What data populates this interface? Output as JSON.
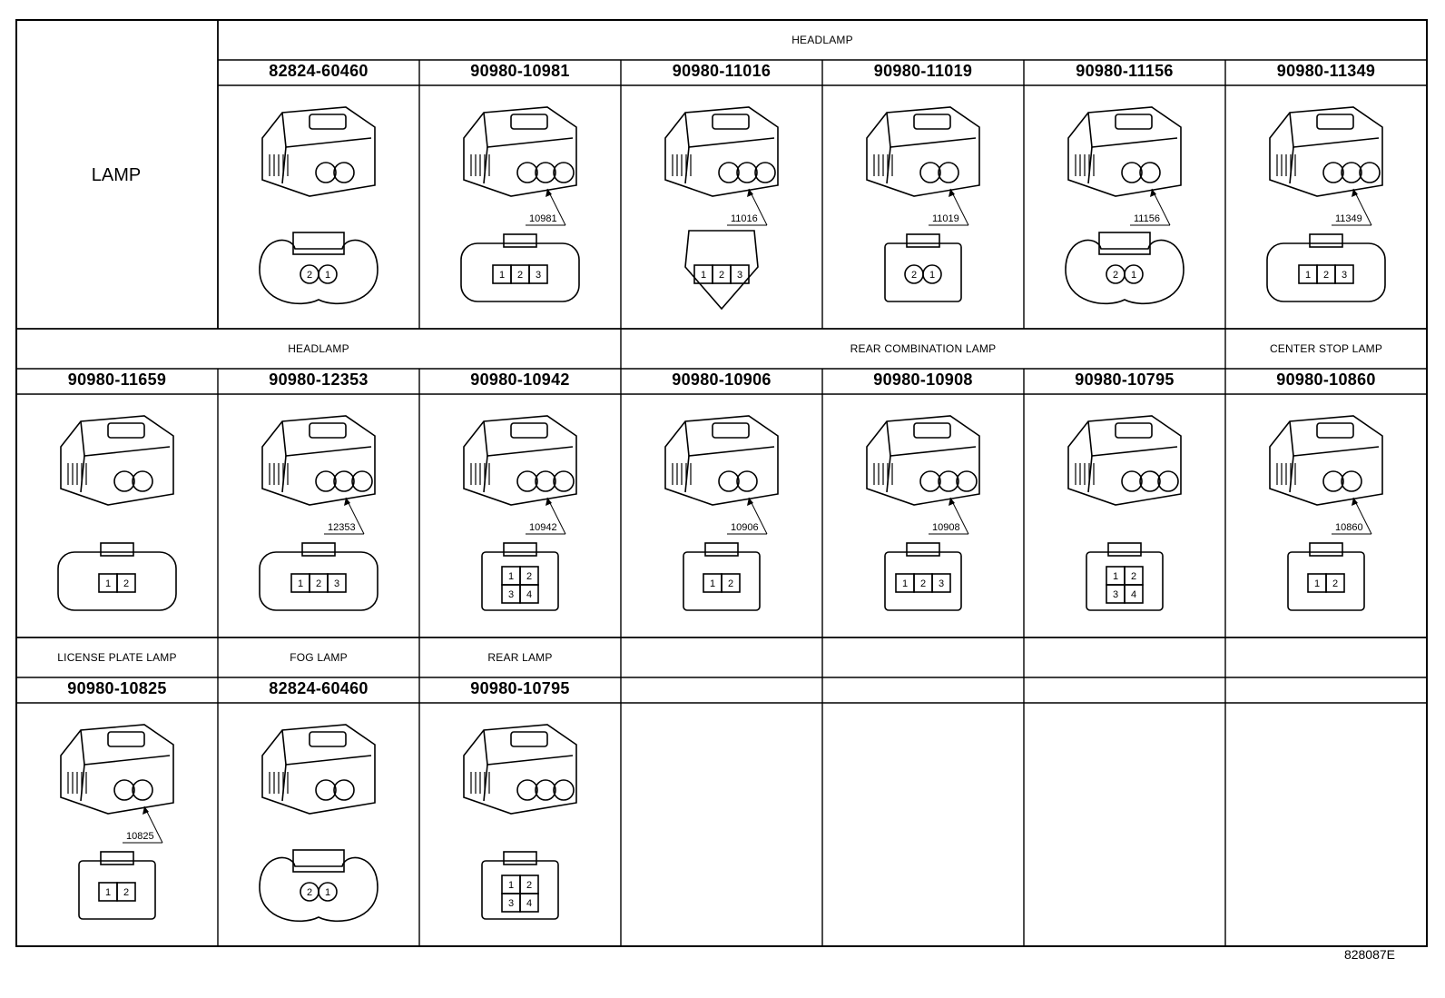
{
  "title": "LAMP",
  "figure_id": "828087E",
  "rows": [
    {
      "groups": [
        {
          "label": "HEADLAMP",
          "span": 6
        }
      ],
      "parts": [
        {
          "number": "82824-60460",
          "callout": "",
          "pins": [
            "2",
            "1"
          ],
          "shape": "round2"
        },
        {
          "number": "90980-10981",
          "callout": "10981",
          "pins": [
            "1",
            "2",
            "3"
          ],
          "shape": "rect3"
        },
        {
          "number": "90980-11016",
          "callout": "11016",
          "pins": [
            "1",
            "2",
            "3"
          ],
          "shape": "tri3"
        },
        {
          "number": "90980-11019",
          "callout": "11019",
          "pins": [
            "2",
            "1"
          ],
          "shape": "small2"
        },
        {
          "number": "90980-11156",
          "callout": "11156",
          "pins": [
            "2",
            "1"
          ],
          "shape": "round2b"
        },
        {
          "number": "90980-11349",
          "callout": "11349",
          "pins": [
            "1",
            "2",
            "3"
          ],
          "shape": "oval3"
        }
      ]
    },
    {
      "groups": [
        {
          "label": "HEADLAMP",
          "span": 3
        },
        {
          "label": "REAR COMBINATION LAMP",
          "span": 3
        },
        {
          "label": "CENTER STOP LAMP",
          "span": 1
        }
      ],
      "parts": [
        {
          "number": "90980-11659",
          "callout": "",
          "pins": [
            "1",
            "2"
          ],
          "shape": "oval2"
        },
        {
          "number": "90980-12353",
          "callout": "12353",
          "pins": [
            "1",
            "2",
            "3"
          ],
          "shape": "box3"
        },
        {
          "number": "90980-10942",
          "callout": "10942",
          "pins": [
            "1",
            "2",
            "3",
            "4"
          ],
          "shape": "sq4"
        },
        {
          "number": "90980-10906",
          "callout": "10906",
          "pins": [
            "1",
            "2"
          ],
          "shape": "tab2"
        },
        {
          "number": "90980-10908",
          "callout": "10908",
          "pins": [
            "1",
            "2",
            "3"
          ],
          "shape": "tab3"
        },
        {
          "number": "90980-10795",
          "callout": "",
          "pins": [
            "1",
            "2",
            "3",
            "4"
          ],
          "shape": "tab4"
        },
        {
          "number": "90980-10860",
          "callout": "10860",
          "pins": [
            "1",
            "2"
          ],
          "shape": "tab2b"
        }
      ]
    },
    {
      "groups": [
        {
          "label": "LICENSE PLATE LAMP",
          "span": 1
        },
        {
          "label": "FOG LAMP",
          "span": 1
        },
        {
          "label": "REAR LAMP",
          "span": 1
        },
        {
          "label": "",
          "span": 1
        },
        {
          "label": "",
          "span": 1
        },
        {
          "label": "",
          "span": 1
        },
        {
          "label": "",
          "span": 1
        }
      ],
      "parts": [
        {
          "number": "90980-10825",
          "callout": "10825",
          "pins": [
            "1",
            "2"
          ],
          "shape": "tab2c"
        },
        {
          "number": "82824-60460",
          "callout": "",
          "pins": [
            "2",
            "1"
          ],
          "shape": "round2"
        },
        {
          "number": "90980-10795",
          "callout": "",
          "pins": [
            "1",
            "2",
            "3",
            "4"
          ],
          "shape": "tab4"
        },
        {
          "number": "",
          "callout": "",
          "pins": [],
          "shape": "none"
        },
        {
          "number": "",
          "callout": "",
          "pins": [],
          "shape": "none"
        },
        {
          "number": "",
          "callout": "",
          "pins": [],
          "shape": "none"
        },
        {
          "number": "",
          "callout": "",
          "pins": [],
          "shape": "none"
        }
      ]
    }
  ]
}
